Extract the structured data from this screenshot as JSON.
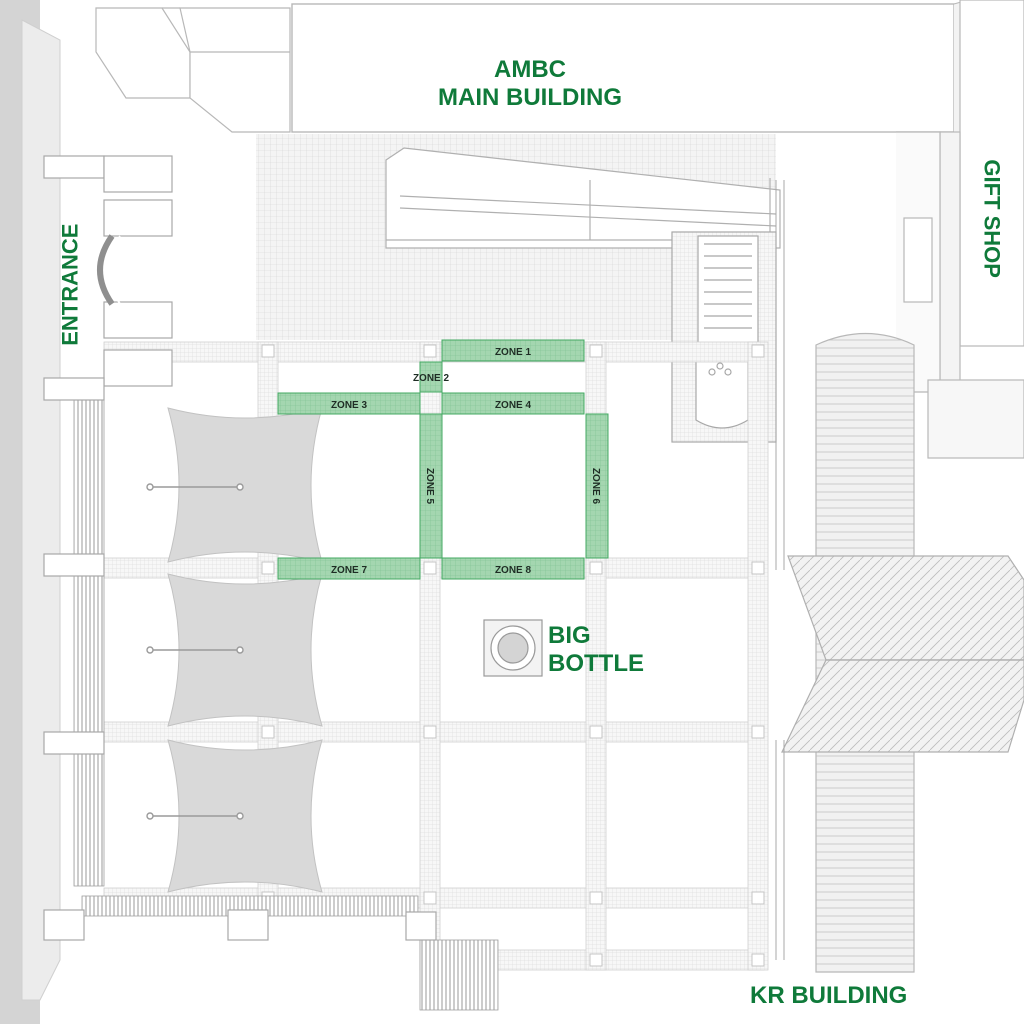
{
  "colors": {
    "brand_green": "#0f7a3a",
    "zone_fill": "#9fd4ac",
    "zone_stroke": "#43a862",
    "outline": "#b5b5b5",
    "canopy": "#d9d9d9",
    "ground": "#e6e6e6"
  },
  "labels": {
    "main_building_line1": "AMBC",
    "main_building_line2": "MAIN BUILDING",
    "gift_shop": "GIFT SHOP",
    "entrance": "ENTRANCE",
    "big_bottle_line1": "BIG",
    "big_bottle_line2": "BOTTLE",
    "kr_building": "KR BUILDING"
  },
  "zones": [
    {
      "id": "zone-1",
      "label": "ZONE 1"
    },
    {
      "id": "zone-2",
      "label": "ZONE 2"
    },
    {
      "id": "zone-3",
      "label": "ZONE 3"
    },
    {
      "id": "zone-4",
      "label": "ZONE 4"
    },
    {
      "id": "zone-5",
      "label": "ZONE 5"
    },
    {
      "id": "zone-6",
      "label": "ZONE 6"
    },
    {
      "id": "zone-7",
      "label": "ZONE 7"
    },
    {
      "id": "zone-8",
      "label": "ZONE 8"
    }
  ]
}
